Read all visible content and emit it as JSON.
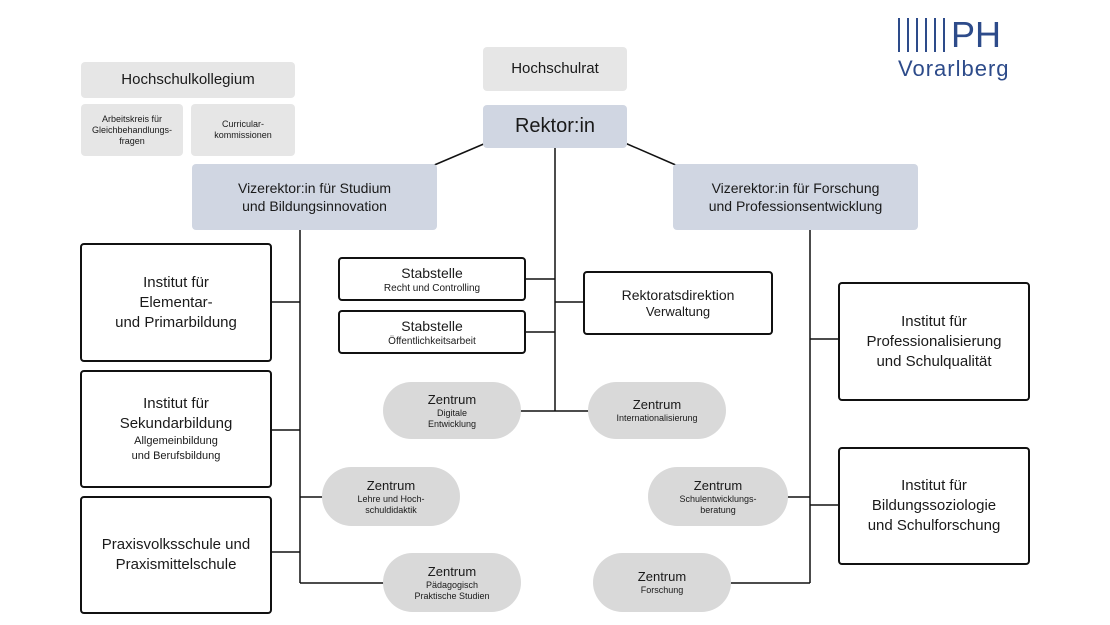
{
  "logo": {
    "letters": "PH",
    "subtitle": "Vorarlberg",
    "color": "#2d4b8a"
  },
  "colors": {
    "gray_box": "#e6e6e6",
    "leader_box": "#d0d6e2",
    "oval": "#d9d9d9",
    "line": "#111111"
  },
  "top": {
    "hochschulkollegium": "Hochschulkollegium",
    "arbeitskreis": [
      "Arbeitskreis für",
      "Gleichbehandlungs-",
      "fragen"
    ],
    "curricular": [
      "Curricular-",
      "kommissionen"
    ],
    "hochschulrat": "Hochschulrat",
    "rektor": "Rektor:in"
  },
  "vize": {
    "studium": [
      "Vizerektor:in für Studium",
      "und Bildungsinnovation"
    ],
    "forschung": [
      "Vizerektor:in für Forschung",
      "und Professionsentwicklung"
    ]
  },
  "stab": {
    "recht": {
      "title": "Stabstelle",
      "sub": "Recht und Controlling"
    },
    "oeffentlich": {
      "title": "Stabstelle",
      "sub": "Öffentlichkeitsarbeit"
    },
    "rektoratsdirektion": {
      "title": "Rektoratsdirektion",
      "sub": "Verwaltung"
    }
  },
  "left_institutes": {
    "elementar": [
      "Institut für",
      "Elementar-",
      "und Primarbildung"
    ],
    "sekundar": {
      "lines": [
        "Institut für",
        "Sekundarbildung"
      ],
      "sub": [
        "Allgemeinbildung",
        "und Berufsbildung"
      ]
    },
    "praxis": [
      "Praxisvolksschule und",
      "Praxismittelschule"
    ]
  },
  "right_institutes": {
    "professionalisierung": [
      "Institut für",
      "Professionalisierung",
      "und Schulqualität"
    ],
    "bildungssoziologie": [
      "Institut für",
      "Bildungssoziologie",
      "und Schulforschung"
    ]
  },
  "zentren": {
    "digitale": {
      "title": "Zentrum",
      "sub": [
        "Digitale",
        "Entwicklung"
      ]
    },
    "international": {
      "title": "Zentrum",
      "sub": [
        "Internationalisierung"
      ]
    },
    "lehre": {
      "title": "Zentrum",
      "sub": [
        "Lehre und Hoch-",
        "schuldidaktik"
      ]
    },
    "paedagogisch": {
      "title": "Zentrum",
      "sub": [
        "Pädagogisch",
        "Praktische Studien"
      ]
    },
    "schulentwicklung": {
      "title": "Zentrum",
      "sub": [
        "Schulentwicklungs-",
        "beratung"
      ]
    },
    "forschung": {
      "title": "Zentrum",
      "sub": [
        "Forschung"
      ]
    }
  }
}
